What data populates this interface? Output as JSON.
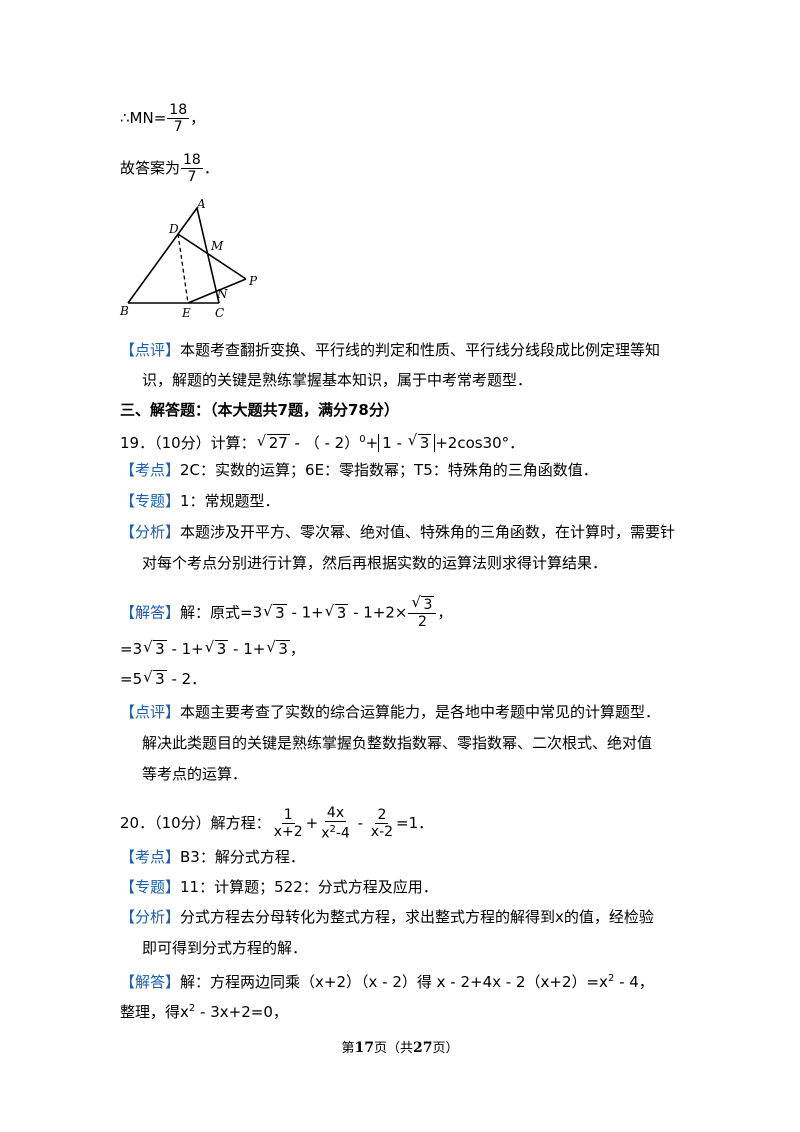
{
  "lines": {
    "mn_prefix": "∴MN=",
    "mn_num": "18",
    "mn_den": "7",
    "mn_suffix": "，",
    "ans_prefix": "故答案为",
    "ans_num": "18",
    "ans_den": "7",
    "ans_suffix": "．"
  },
  "figure": {
    "labels": {
      "A": "A",
      "D": "D",
      "M": "M",
      "P": "P",
      "B": "B",
      "E": "E",
      "C": "C",
      "N": "N"
    }
  },
  "review18": {
    "tag": "【点评】",
    "line1": "本题考查翻折变换、平行线的判定和性质、平行线分线段成比例定理等知",
    "line2": "识，解题的关键是熟练掌握基本知识，属于中考常考题型．"
  },
  "section": {
    "title": "三、解答题：（本大题共7题，满分78分）"
  },
  "q19": {
    "stem_a": "19．（10分）计算：",
    "rad27": "27",
    "stem_b": " - （ - 2）",
    "zero": "0",
    "stem_c": "+",
    "abs_a": "1 - ",
    "rad3": "3",
    "stem_d": "+2cos30°．",
    "kaodian_tag": "【考点】",
    "kaodian": "2C：实数的运算；6E：零指数幂；T5：特殊角的三角函数值．",
    "zhuanti_tag": "【专题】",
    "zhuanti": "1：常规题型．",
    "fenxi_tag": "【分析】",
    "fenxi1": "本题涉及开平方、零次幂、绝对值、特殊角的三角函数，在计算时，需要针",
    "fenxi2": "对每个考点分别进行计算，然后再根据实数的运算法则求得计算结果．",
    "jieda_tag": "【解答】",
    "jieda_a": "解：原式=3",
    "jieda_b": " - 1+",
    "jieda_c": " - 1+2×",
    "jieda_frac_den": "2",
    "jieda_d": "，",
    "step2_a": "=3",
    "step2_b": " - 1+",
    "step2_c": " - 1+",
    "step2_d": "，",
    "step3_a": "=5",
    "step3_b": " - 2．",
    "dianping_tag": "【点评】",
    "dianping1": "本题主要考查了实数的综合运算能力，是各地中考题中常见的计算题型．",
    "dianping2": "解决此类题目的关键是熟练掌握负整数指数幂、零指数幂、二次根式、绝对值",
    "dianping3": "等考点的运算．"
  },
  "q20": {
    "stem_a": "20．（10分）解方程：",
    "f1_num": "1",
    "f1_den": "x+2",
    "plus": "+",
    "f2_num": "4x",
    "f2_den_a": "x",
    "f2_den_sup": "2",
    "f2_den_b": "-4",
    "minus": " - ",
    "f3_num": "2",
    "f3_den": "x-2",
    "stem_b": "=1．",
    "kaodian_tag": "【考点】",
    "kaodian": "B3：解分式方程．",
    "zhuanti_tag": "【专题】",
    "zhuanti": "11：计算题；522：分式方程及应用．",
    "fenxi_tag": "【分析】",
    "fenxi1": "分式方程去分母转化为整式方程，求出整式方程的解得到x的值，经检验",
    "fenxi2": "即可得到分式方程的解．",
    "jieda_tag": "【解答】",
    "jieda_a": "解：方程两边同乘（x+2）（x - 2）得 x - 2+4x - 2（x+2）=x",
    "jieda_sup": "2",
    "jieda_b": " - 4，",
    "zhengli_a": "整理，得x",
    "zhengli_sup": "2",
    "zhengli_b": " - 3x+2=0，"
  },
  "footer": {
    "a": "第",
    "page": "17",
    "b": "页（共",
    "total": "27",
    "c": "页）"
  }
}
